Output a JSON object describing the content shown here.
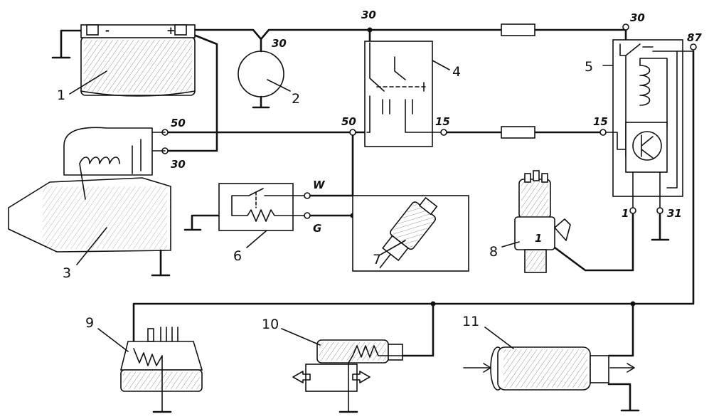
{
  "components": [
    {
      "number": "1",
      "icon": "battery-icon"
    },
    {
      "number": "2",
      "icon": "lamp-icon"
    },
    {
      "number": "3",
      "icon": "starter-motor-icon"
    },
    {
      "number": "4",
      "icon": "ignition-switch-icon"
    },
    {
      "number": "5",
      "icon": "relay-icon"
    },
    {
      "number": "6",
      "icon": "thermo-time-switch-icon"
    },
    {
      "number": "7",
      "icon": "cold-start-valve-icon"
    },
    {
      "number": "8",
      "icon": "distributor-icon"
    },
    {
      "number": "9",
      "icon": "auxiliary-air-valve-icon"
    },
    {
      "number": "10",
      "icon": "warm-up-regulator-icon"
    },
    {
      "number": "11",
      "icon": "fuel-pump-icon"
    }
  ],
  "terminals": {
    "battery_lamp": "30",
    "top_line": "30",
    "relay_in": "30",
    "relay_out": "87",
    "starter_50": "50",
    "starter_30": "30",
    "switch_50": "50",
    "switch_15": "15",
    "relay_15": "15",
    "relay_1": "1",
    "relay_31": "31",
    "distributor_1": "1",
    "thermo_w": "W",
    "thermo_g": "G"
  },
  "battery_minus": "-",
  "battery_plus": "+"
}
